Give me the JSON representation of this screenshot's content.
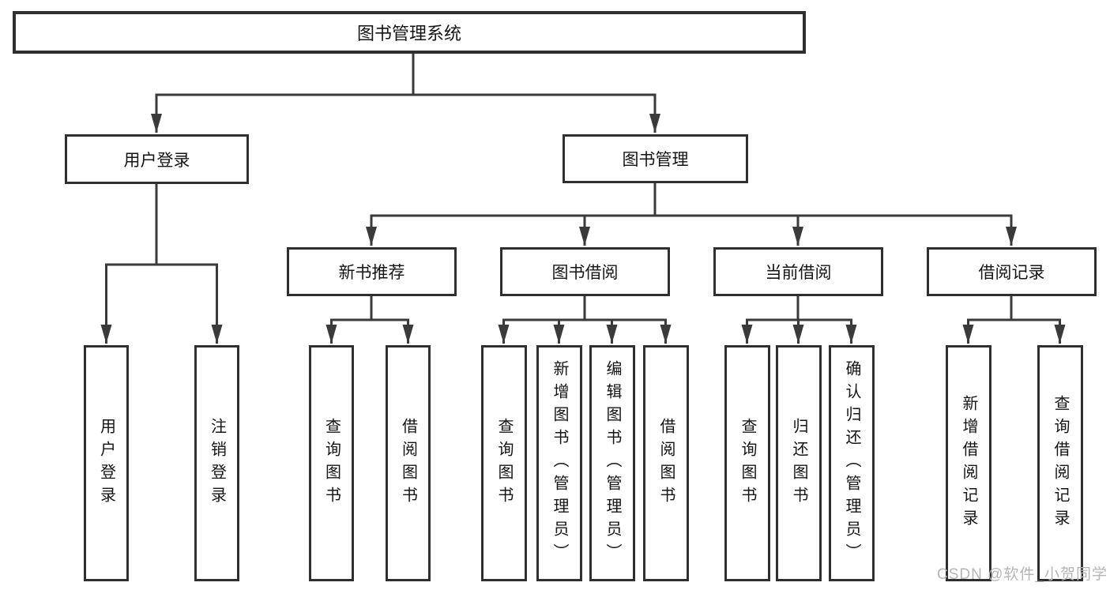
{
  "diagram": {
    "root": {
      "label": "图书管理系统"
    },
    "level2": [
      {
        "label": "用户登录"
      },
      {
        "label": "图书管理"
      }
    ],
    "level3": [
      {
        "label": "新书推荐"
      },
      {
        "label": "图书借阅"
      },
      {
        "label": "当前借阅"
      },
      {
        "label": "借阅记录"
      }
    ],
    "leaves": [
      {
        "label": "用户登录"
      },
      {
        "label": "注销登录"
      },
      {
        "label": "查询图书"
      },
      {
        "label": "借阅图书"
      },
      {
        "label": "查询图书"
      },
      {
        "label": "新增图书（管理员）"
      },
      {
        "label": "编辑图书（管理员）"
      },
      {
        "label": "借阅图书"
      },
      {
        "label": "查询图书"
      },
      {
        "label": "归还图书"
      },
      {
        "label": "确认归还（管理员）"
      },
      {
        "label": "新增借阅记录"
      },
      {
        "label": "查询借阅记录"
      }
    ],
    "watermark": "CSDN @软件_小贺同学",
    "colors": {
      "line": "#3a3a3a",
      "border": "#2f2f2f",
      "text": "#141414",
      "watermark_text": "#b5b5b5",
      "background": "#ffffff"
    }
  }
}
